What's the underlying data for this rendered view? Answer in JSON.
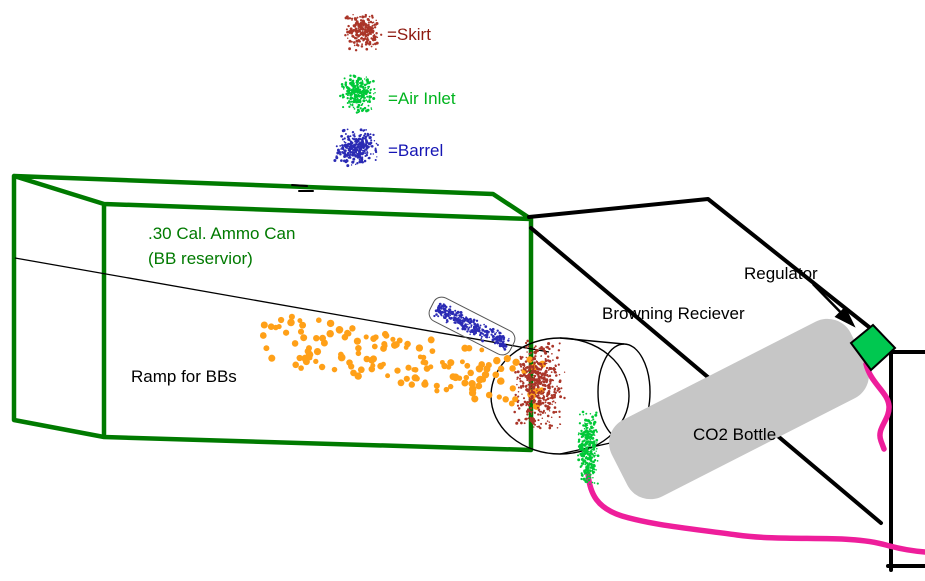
{
  "legend": {
    "items": [
      {
        "label": "=Skirt"
      },
      {
        "label": "=Air Inlet"
      },
      {
        "label": "=Barrel"
      }
    ]
  },
  "labels": {
    "ammo_can_line1": ".30 Cal. Ammo Can",
    "ammo_can_line2": "(BB reservior)",
    "ramp": "Ramp for BBs",
    "receiver": "Browning Reciever",
    "regulator": "Regulator",
    "co2_bottle": "CO2 Bottle"
  },
  "colors": {
    "skirt_speckle": "#aa3528",
    "skirt_text": "#8e1a10",
    "air_speckle": "#00c838",
    "air_text": "#00b41e",
    "barrel_speckle": "#2b2bb4",
    "barrel_text": "#1515b4",
    "can_outline": "#007a00",
    "can_text": "#007a00",
    "bb": "#ffa018",
    "hose": "#ee1e9b",
    "regulator_fill": "#00c850",
    "co2_fill": "#c6c6c6",
    "ink": "#000000"
  }
}
